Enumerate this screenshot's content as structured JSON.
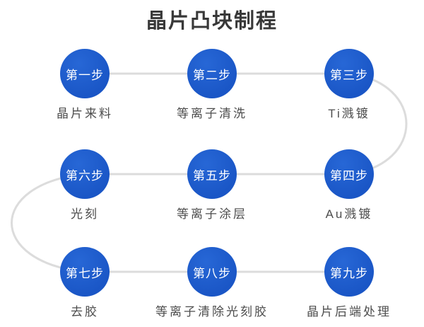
{
  "title": "晶片凸块制程",
  "colors": {
    "circle_fill": "#1a56c6",
    "connector": "#dcdcdc",
    "label_text": "#4d4d4d",
    "title_text": "#383838",
    "circle_text": "#ffffff",
    "background": "#ffffff"
  },
  "flow": {
    "type": "snake-process",
    "rows": [
      [
        "1",
        "2",
        "3"
      ],
      [
        "6",
        "5",
        "4"
      ],
      [
        "7",
        "8",
        "9"
      ]
    ]
  },
  "steps": [
    {
      "step": "第一步",
      "label": "晶片来料"
    },
    {
      "step": "第二步",
      "label": "等离子清洗"
    },
    {
      "step": "第三步",
      "label": "Ti溅镀"
    },
    {
      "step": "第四步",
      "label": "Au溅镀"
    },
    {
      "step": "第五步",
      "label": "等离子涂层"
    },
    {
      "step": "第六步",
      "label": "光刻"
    },
    {
      "step": "第七步",
      "label": "去胶"
    },
    {
      "step": "第八步",
      "label": "等离子清除光刻胶"
    },
    {
      "step": "第九步",
      "label": "晶片后端处理"
    }
  ]
}
